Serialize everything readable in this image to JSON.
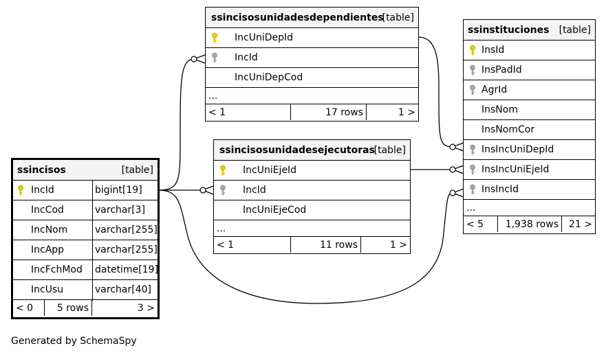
{
  "tables": {
    "dependientes": {
      "name": "ssincisosunidadesdependientes",
      "tag": "[table]",
      "columns": [
        {
          "name": "IncUniDepId",
          "key": "primary-key-icon"
        },
        {
          "name": "IncId",
          "key": "foreign-key-icon"
        },
        {
          "name": "IncUniDepCod",
          "key": ""
        }
      ],
      "ellipsis": "...",
      "footer": {
        "prev": "< 1",
        "rows": "17 rows",
        "next": "1 >"
      }
    },
    "ejecutoras": {
      "name": "ssincisosunidadesejecutoras",
      "tag": "[table]",
      "columns": [
        {
          "name": "IncUniEjeId",
          "key": "primary-key-icon"
        },
        {
          "name": "IncId",
          "key": "foreign-key-icon"
        },
        {
          "name": "IncUniEjeCod",
          "key": ""
        }
      ],
      "ellipsis": "...",
      "footer": {
        "prev": "< 1",
        "rows": "11 rows",
        "next": "1 >"
      }
    },
    "instituciones": {
      "name": "ssinstituciones",
      "tag": "[table]",
      "columns": [
        {
          "name": "InsId",
          "key": "primary-key-icon"
        },
        {
          "name": "InsPadId",
          "key": "foreign-key-icon"
        },
        {
          "name": "AgrId",
          "key": "foreign-key-icon"
        },
        {
          "name": "InsNom",
          "key": ""
        },
        {
          "name": "InsNomCor",
          "key": ""
        },
        {
          "name": "InsIncUniDepId",
          "key": "foreign-key-icon"
        },
        {
          "name": "InsIncUniEjeId",
          "key": "foreign-key-icon"
        },
        {
          "name": "InsIncId",
          "key": "foreign-key-icon"
        }
      ],
      "ellipsis": "...",
      "footer": {
        "prev": "< 5",
        "rows": "1,938 rows",
        "next": "21 >"
      }
    },
    "incisos": {
      "name": "ssincisos",
      "tag": "[table]",
      "columns": [
        {
          "name": "IncId",
          "type": "bigint[19]",
          "key": "primary-key-icon"
        },
        {
          "name": "IncCod",
          "type": "varchar[3]",
          "key": ""
        },
        {
          "name": "IncNom",
          "type": "varchar[255]",
          "key": ""
        },
        {
          "name": "IncApp",
          "type": "varchar[255]",
          "key": ""
        },
        {
          "name": "IncFchMod",
          "type": "datetime[19]",
          "key": ""
        },
        {
          "name": "IncUsu",
          "type": "varchar[40]",
          "key": ""
        }
      ],
      "footer": {
        "prev": "< 0",
        "rows": "5 rows",
        "next": "3 >"
      }
    }
  },
  "colors": {
    "primary_key": "#e6d200",
    "foreign_key": "#a8a8a8",
    "header_bg": "#f4f4f4"
  },
  "caption": "Generated by SchemaSpy"
}
